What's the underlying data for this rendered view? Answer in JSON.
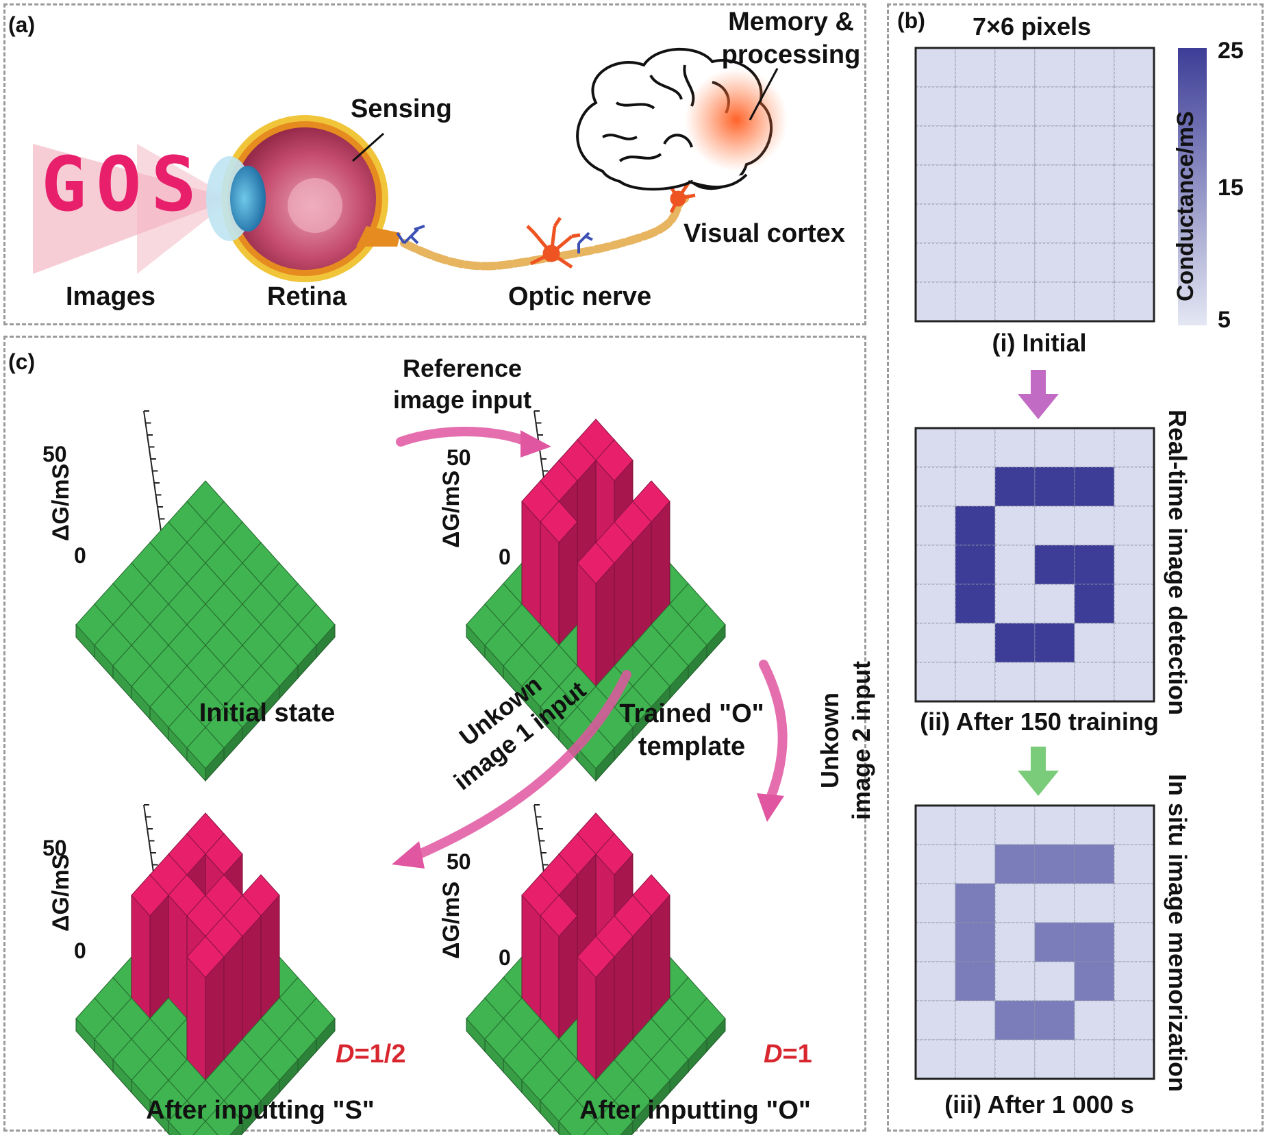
{
  "panels": {
    "a": {
      "tag": "(a)",
      "images_text": "GOS",
      "sensing": "Sensing",
      "memory_line1": "Memory &",
      "memory_line2": "processing",
      "visual_cortex": "Visual cortex",
      "images": "Images",
      "retina": "Retina",
      "optic_nerve": "Optic nerve"
    },
    "b": {
      "tag": "(b)",
      "title": "7×6 pixels",
      "colorbar_label": "Conductance/mS",
      "colorbar_ticks": [
        "25",
        "15",
        "5"
      ],
      "colorbar_range": [
        5,
        25
      ],
      "colors": {
        "low": "#d8dcee",
        "high": "#3d3d97"
      },
      "caption_i": "(i) Initial",
      "caption_ii": "(ii) After 150 training",
      "caption_iii": "(iii) After 1 000 s",
      "side_detection": "Real-time image detection",
      "side_memorization": "In situ image memorization",
      "grid_initial": [
        [
          0,
          0,
          0,
          0,
          0,
          0
        ],
        [
          0,
          0,
          0,
          0,
          0,
          0
        ],
        [
          0,
          0,
          0,
          0,
          0,
          0
        ],
        [
          0,
          0,
          0,
          0,
          0,
          0
        ],
        [
          0,
          0,
          0,
          0,
          0,
          0
        ],
        [
          0,
          0,
          0,
          0,
          0,
          0
        ],
        [
          0,
          0,
          0,
          0,
          0,
          0
        ]
      ],
      "grid_trained": [
        [
          0,
          0,
          0,
          0,
          0,
          0
        ],
        [
          0,
          0,
          1,
          1,
          1,
          0
        ],
        [
          0,
          1,
          0,
          0,
          0,
          0
        ],
        [
          0,
          1,
          0,
          1,
          1,
          0
        ],
        [
          0,
          1,
          0,
          0,
          1,
          0
        ],
        [
          0,
          0,
          1,
          1,
          0,
          0
        ],
        [
          0,
          0,
          0,
          0,
          0,
          0
        ]
      ],
      "grid_memorized": [
        [
          0,
          0,
          0,
          0,
          0,
          0
        ],
        [
          0,
          0,
          0.6,
          0.6,
          0.6,
          0
        ],
        [
          0,
          0.6,
          0,
          0,
          0,
          0
        ],
        [
          0,
          0.6,
          0,
          0.6,
          0.6,
          0
        ],
        [
          0,
          0.6,
          0,
          0,
          0.6,
          0
        ],
        [
          0,
          0,
          0.6,
          0.6,
          0,
          0
        ],
        [
          0,
          0,
          0,
          0,
          0,
          0
        ]
      ]
    },
    "c": {
      "tag": "(c)",
      "ylabel": "ΔG/mS",
      "tick_top": "50",
      "tick_bottom": "0",
      "reference_line1": "Reference",
      "reference_line2": "image input",
      "unknown1_line1": "Unkown",
      "unknown1_line2": "image 1 input",
      "unknown2_line1": "Unkown",
      "unknown2_line2": "image 2 input",
      "plots": [
        {
          "caption": "Initial state",
          "caption2": "",
          "d_label": "",
          "d_value": ""
        },
        {
          "caption": "Trained \"O\"",
          "caption2": "template",
          "d_label": "",
          "d_value": ""
        },
        {
          "caption": "After inputting \"S\"",
          "caption2": "",
          "d_label": "D",
          "d_value": "=1/2"
        },
        {
          "caption": "After inputting \"O\"",
          "caption2": "",
          "d_label": "D",
          "d_value": "=1"
        }
      ],
      "colors": {
        "green": "#3fb450",
        "pink": "#e8206c"
      }
    }
  }
}
